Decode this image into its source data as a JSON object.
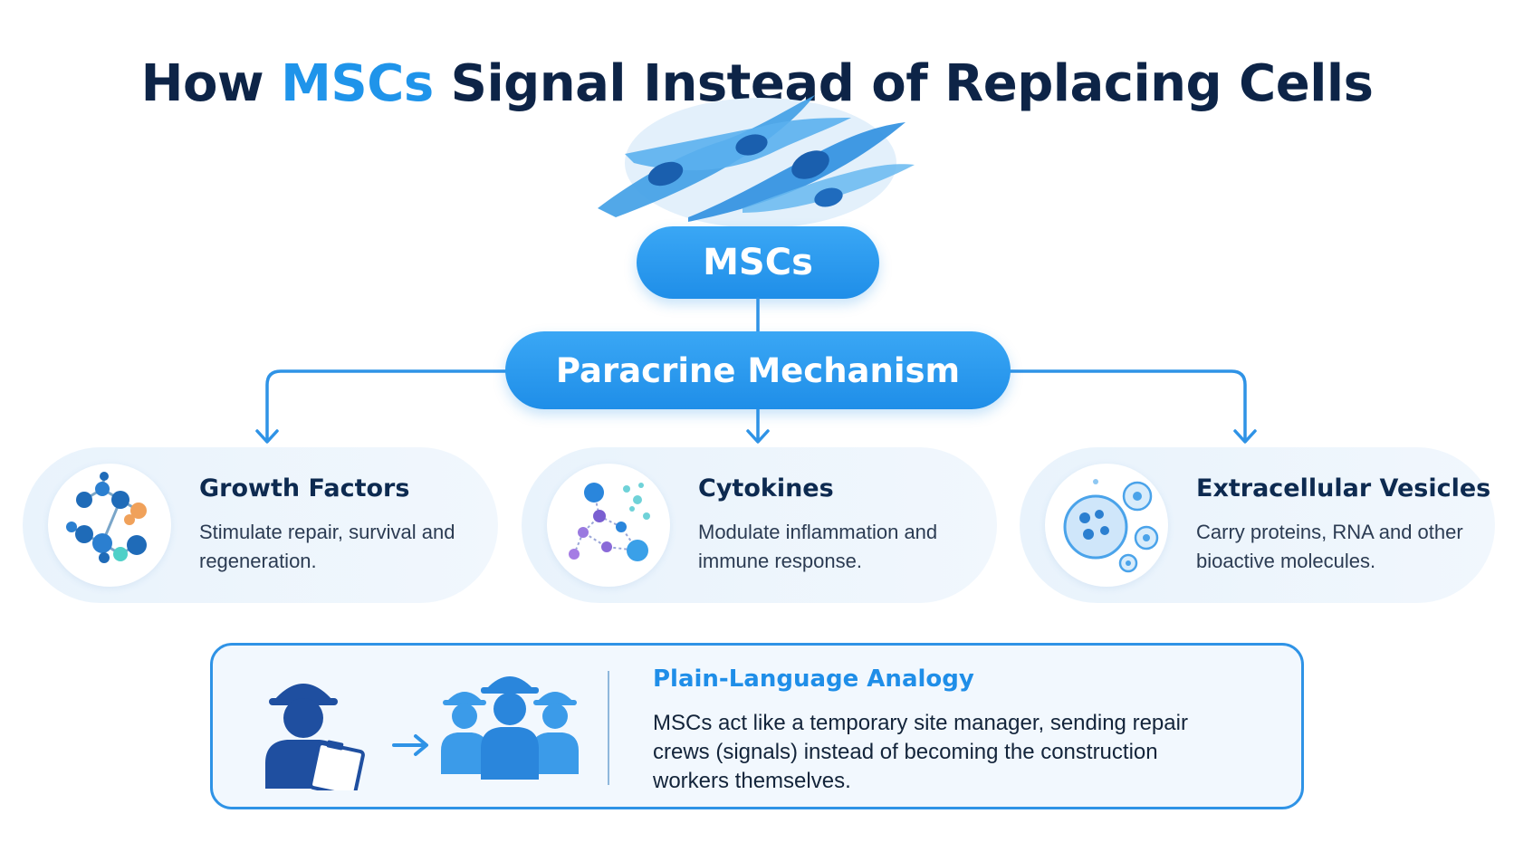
{
  "title": {
    "prefix": "How ",
    "highlight": "MSCs",
    "suffix": " Signal Instead of Replacing Cells"
  },
  "colors": {
    "accent": "#1f94ea",
    "dark_text": "#0d2447",
    "card_bg": "#e9f3fc",
    "pill": "#2b9bef"
  },
  "root_node": {
    "label": "MSCs"
  },
  "mechanism_node": {
    "label": "Paracrine Mechanism"
  },
  "cards": [
    {
      "title": "Growth Factors",
      "description": "Stimulate repair, survival and regeneration.",
      "icon": "molecule-icon"
    },
    {
      "title": "Cytokines",
      "description": "Modulate inflammation and immune response.",
      "icon": "cytokine-network-icon"
    },
    {
      "title": "Extracellular Vesicles",
      "description": "Carry proteins, RNA and other bioactive molecules.",
      "icon": "vesicles-icon"
    }
  ],
  "analogy": {
    "heading": "Plain-Language Analogy",
    "text": "MSCs act like a temporary site manager, sending repair crews (signals) instead of becoming the construction workers themselves.",
    "icons": [
      "site-manager-icon",
      "arrow-right-icon",
      "worker-crew-icon"
    ]
  }
}
